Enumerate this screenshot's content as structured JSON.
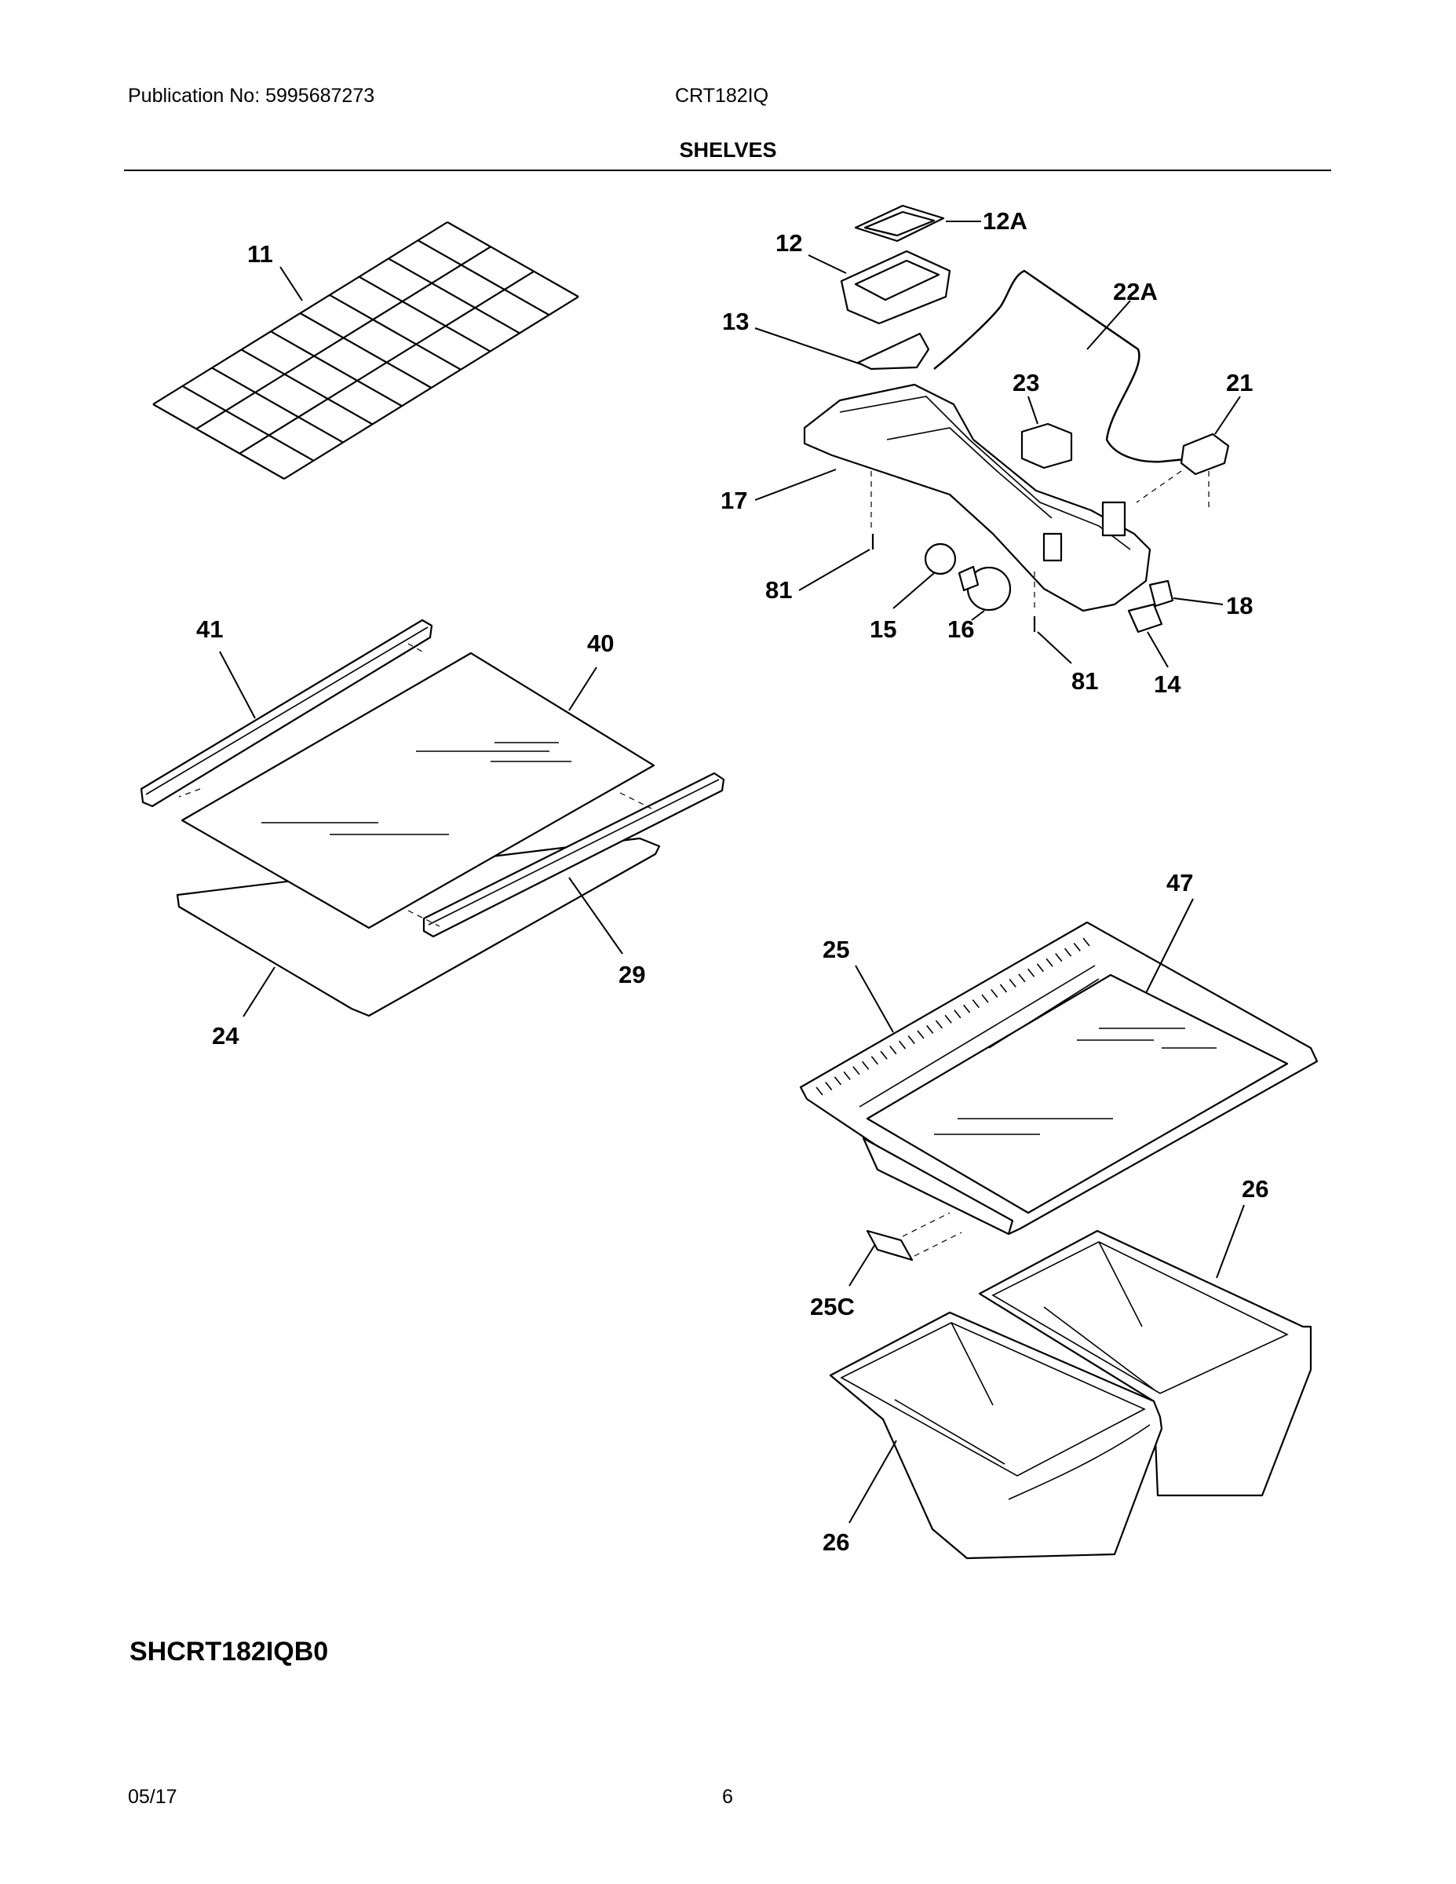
{
  "header": {
    "publication": "Publication No: 5995687273",
    "model": "CRT182IQ",
    "section": "SHELVES"
  },
  "callouts": {
    "p11": "11",
    "p12": "12",
    "p12a": "12A",
    "p13": "13",
    "p22a": "22A",
    "p23": "23",
    "p21": "21",
    "p17": "17",
    "p81a": "81",
    "p15": "15",
    "p16": "16",
    "p18": "18",
    "p81b": "81",
    "p14": "14",
    "p41": "41",
    "p40": "40",
    "p29": "29",
    "p24": "24",
    "p47": "47",
    "p25": "25",
    "p26a": "26",
    "p25c": "25C",
    "p26b": "26"
  },
  "diagram_code": "SHCRT182IQB0",
  "footer": {
    "date": "05/17",
    "page": "6"
  }
}
